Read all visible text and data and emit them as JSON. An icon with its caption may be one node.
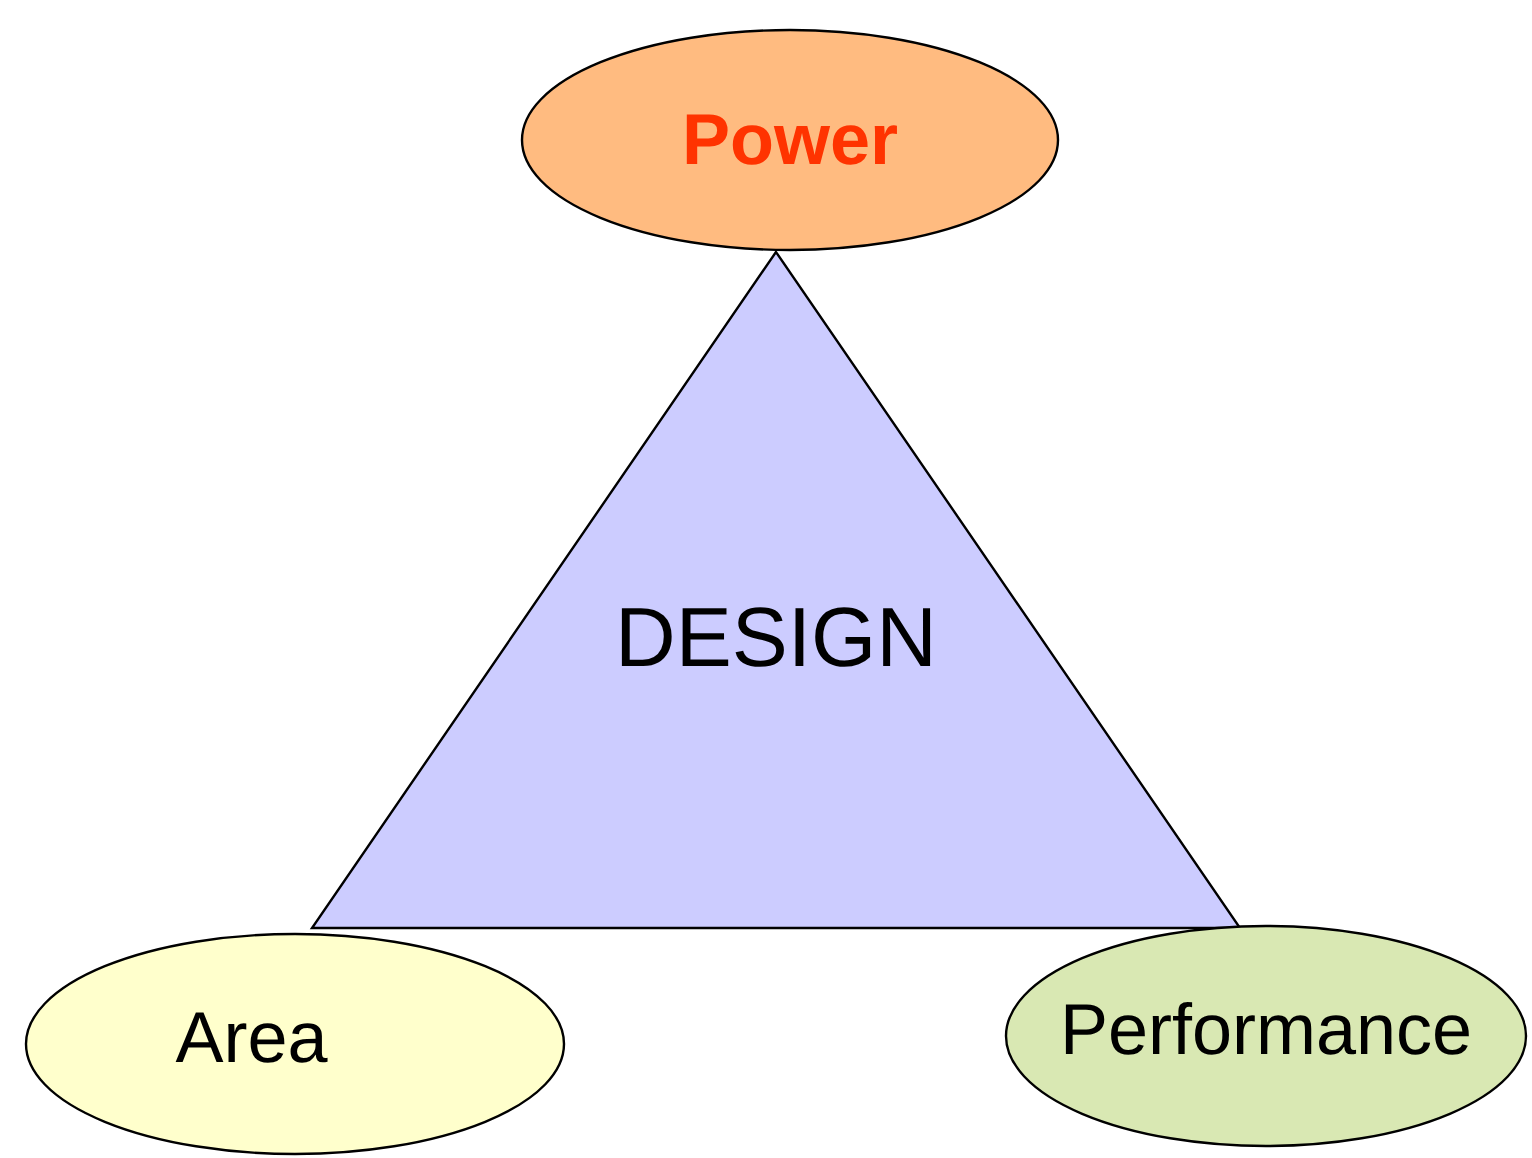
{
  "diagram": {
    "nodes": [
      {
        "text": [
          "Power"
        ]
      },
      {
        "text": [
          "DESIGN"
        ]
      },
      {
        "text": [
          "Area"
        ]
      },
      {
        "text": [
          "Performance"
        ]
      }
    ]
  }
}
